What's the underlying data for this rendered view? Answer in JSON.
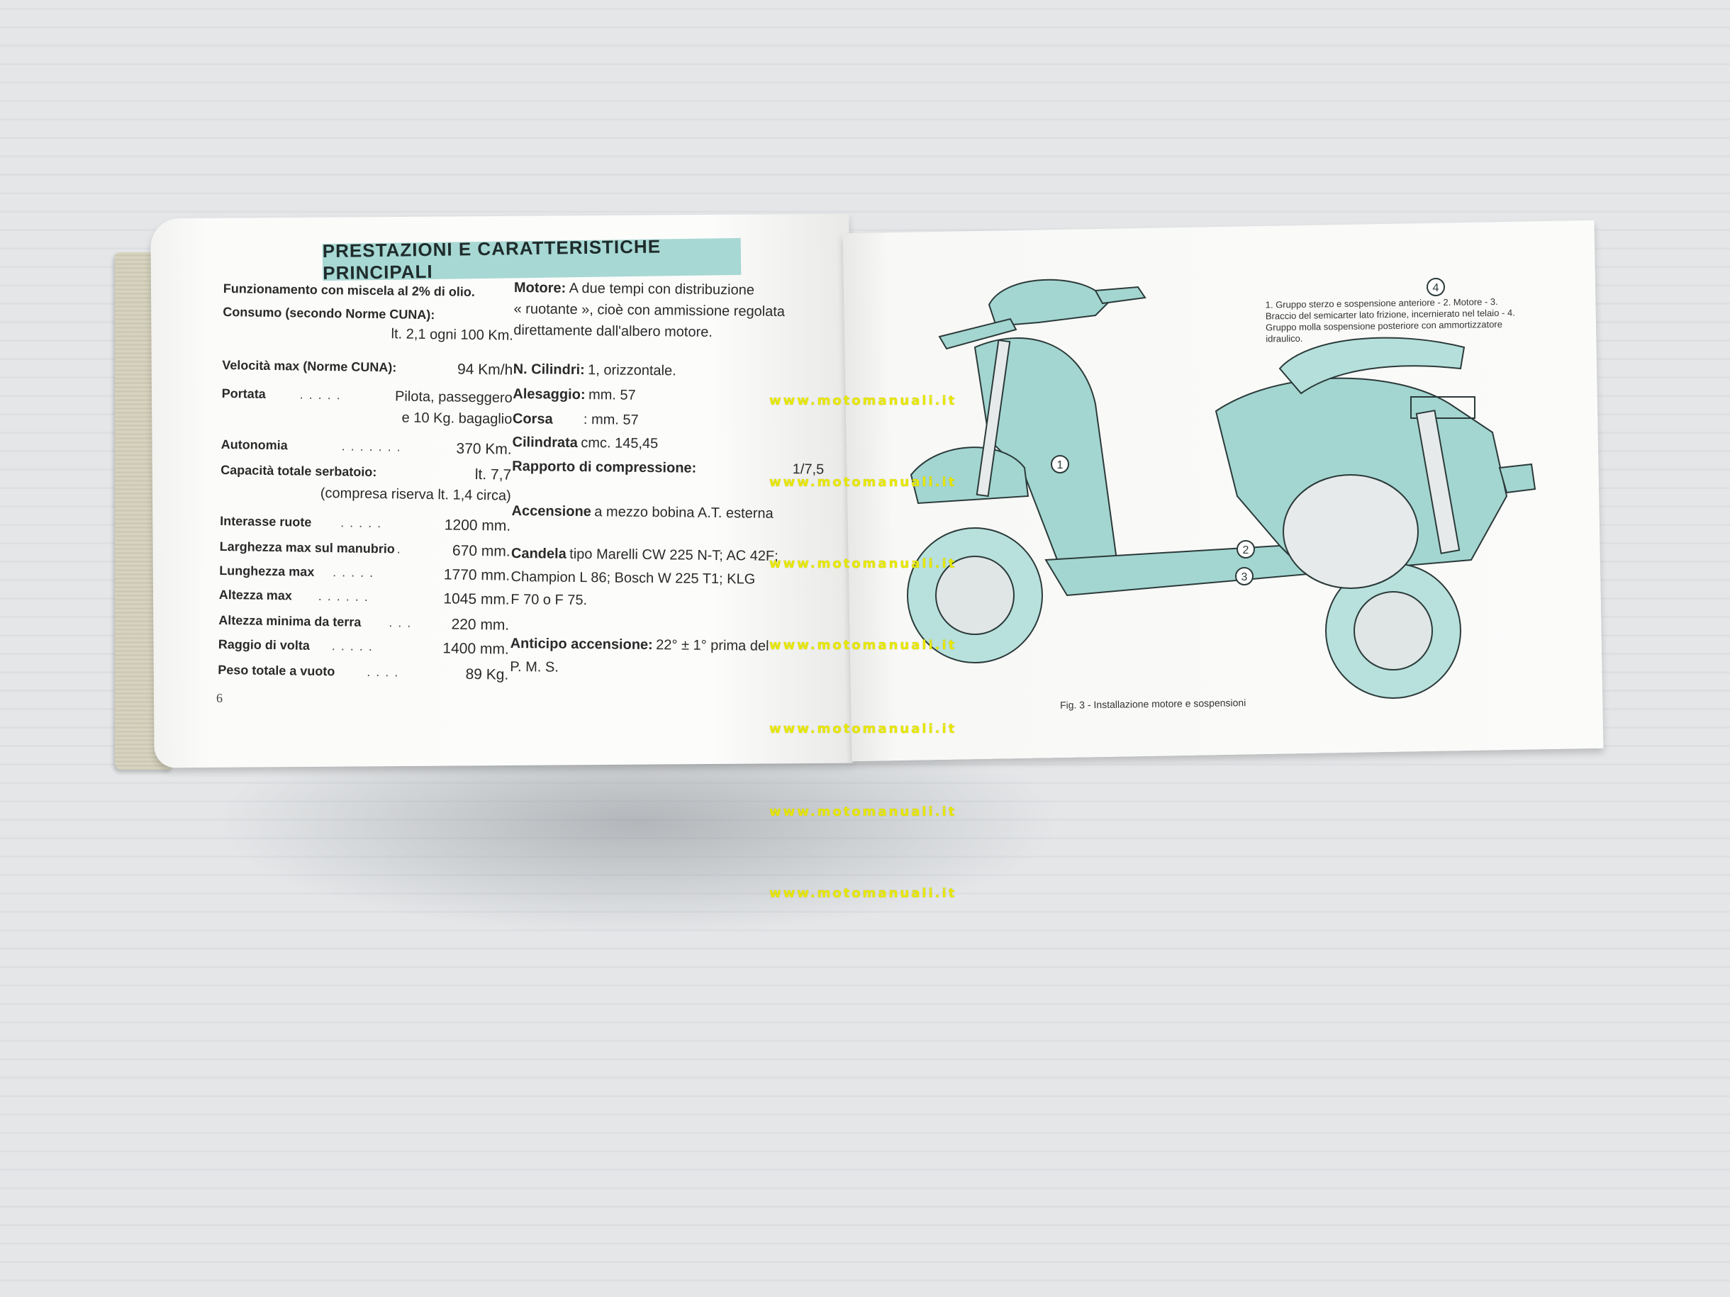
{
  "heading": "PRESTAZIONI E CARATTERISTICHE PRINCIPALI",
  "left_specs": {
    "funzionamento": "Funzionamento con miscela al 2% di olio.",
    "consumo_label": "Consumo (secondo Norme CUNA):",
    "consumo_value": "lt. 2,1 ogni 100 Km.",
    "velocita_label": "Velocità max (Norme CUNA):",
    "velocita_value": "94 Km/h",
    "portata_label": "Portata",
    "portata_value_1": "Pilota, passeggero",
    "portata_value_2": "e 10 Kg. bagaglio",
    "autonomia_label": "Autonomia",
    "autonomia_value": "370 Km.",
    "capacita_label": "Capacità totale serbatoio:",
    "capacita_value": "lt. 7,7",
    "capacita_note": "(compresa riserva lt. 1,4 circa)",
    "interasse_label": "Interasse ruote",
    "interasse_value": "1200 mm.",
    "larghezza_label": "Larghezza max sul manubrio",
    "larghezza_value": "670 mm.",
    "lunghezza_label": "Lunghezza max",
    "lunghezza_value": "1770 mm.",
    "altezza_label": "Altezza max",
    "altezza_value": "1045 mm.",
    "altezza_min_label": "Altezza minima da terra",
    "altezza_min_value": "220 mm.",
    "raggio_label": "Raggio di volta",
    "raggio_value": "1400 mm.",
    "peso_label": "Peso totale a vuoto",
    "peso_value": "89 Kg."
  },
  "right_specs": {
    "motore_label": "Motore:",
    "motore_text_1": "A due tempi con distribuzione",
    "motore_text_2": "« ruotante », cioè con ammissione regolata",
    "motore_text_3": "direttamente dall'albero motore.",
    "cilindri_label": "N. Cilindri:",
    "cilindri_value": "1, orizzontale.",
    "alesaggio_label": "Alesaggio:",
    "alesaggio_value": "mm. 57",
    "corsa_label": "Corsa",
    "corsa_value": ": mm. 57",
    "cilindrata_label": "Cilindrata",
    "cilindrata_value": "cmc. 145,45",
    "rapporto_label": "Rapporto di compressione:",
    "rapporto_value": "1/7,5",
    "accensione_label": "Accensione",
    "accensione_value": "a mezzo bobina A.T. esterna",
    "candela_label": "Candela",
    "candela_text_1": "tipo Marelli CW 225 N-T; AC 42F;",
    "candela_text_2": "Champion L 86; Bosch W 225 T1; KLG",
    "candela_text_3": "F 70 o F 75.",
    "anticipo_label": "Anticipo accensione:",
    "anticipo_value": "22° ± 1° prima del",
    "anticipo_value_2": "P. M. S."
  },
  "page_number": "6",
  "figure": {
    "legend": "1. Gruppo sterzo e sospensione anteriore - 2. Motore - 3. Braccio del semicarter lato frizione, incernierato nel telaio - 4. Gruppo molla sospensione posteriore con ammortizzatore idraulico.",
    "caption": "Fig. 3 - Installazione motore e sospensioni",
    "callouts": [
      "1",
      "2",
      "3",
      "4"
    ]
  },
  "watermark": "www.motomanuali.it",
  "colors": {
    "accent": "#a7d8d4",
    "scooter": "#9fd3cf",
    "watermark": "#e8e800"
  }
}
